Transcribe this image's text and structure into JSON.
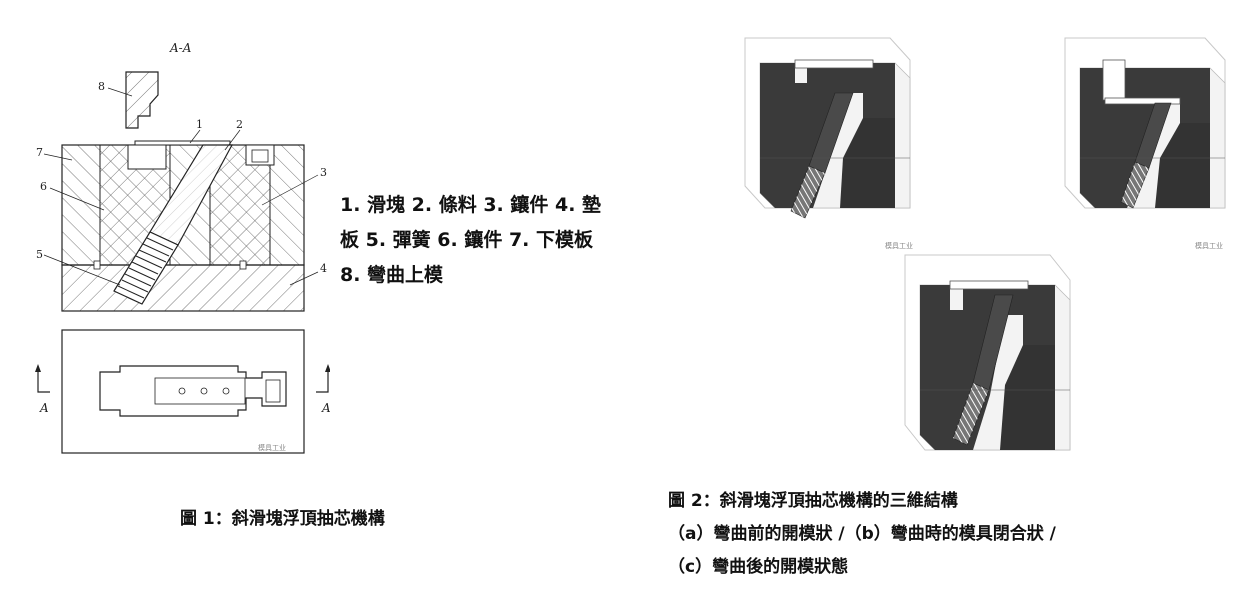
{
  "figure1": {
    "section_label": "A-A",
    "part_numbers": [
      "1",
      "2",
      "3",
      "4",
      "5",
      "6",
      "7",
      "8"
    ],
    "section_marks": [
      "A",
      "A"
    ],
    "watermark": "模具工业"
  },
  "legend": {
    "line1": "1. 滑塊 2. 條料 3. 鑲件 4. 墊",
    "line2": "板 5. 彈簧 6. 鑲件 7. 下模板",
    "line3": "8. 彎曲上模"
  },
  "caption1": "圖 1：斜滑塊浮頂抽芯機構",
  "figure2": {
    "watermark": "模具工业"
  },
  "caption2": {
    "line1": "圖 2：斜滑塊浮頂抽芯機構的三維結構",
    "line2": "（a）彎曲前的開模狀 /（b）彎曲時的模具閉合狀 /",
    "line3": "（c）彎曲後的開模狀態"
  },
  "colors": {
    "dark_body": "#3a3a3a",
    "frame": "#c8c8c8",
    "line": "#333333"
  }
}
